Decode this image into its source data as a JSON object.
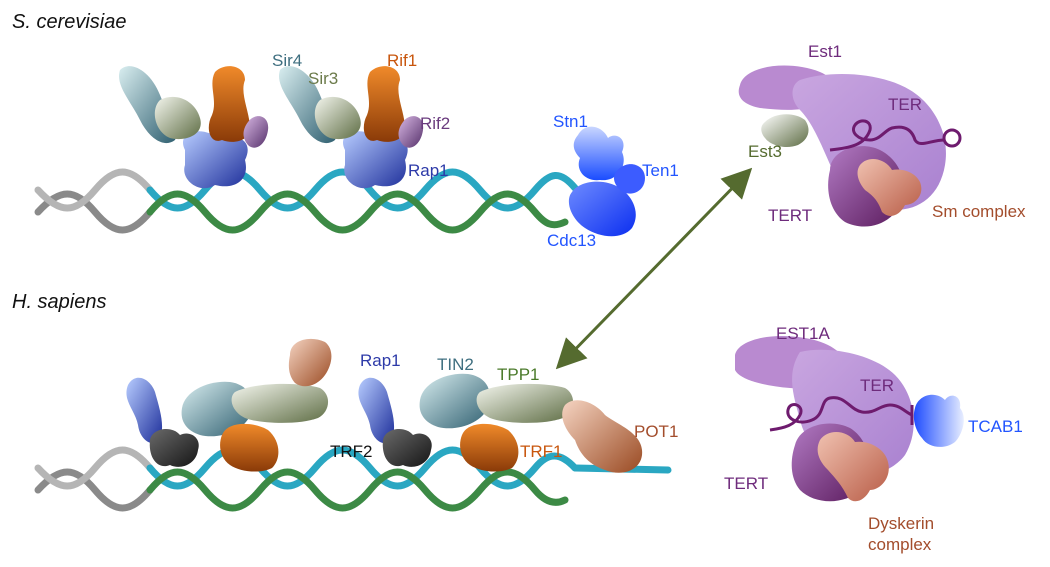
{
  "sections": {
    "yeast_title": "S. cerevisiae",
    "human_title": "H. sapiens"
  },
  "yeast": {
    "sir4": "Sir4",
    "sir3": "Sir3",
    "rif1": "Rif1",
    "rif2": "Rif2",
    "rap1": "Rap1",
    "stn1": "Stn1",
    "ten1": "Ten1",
    "cdc13": "Cdc13"
  },
  "yeast_telomerase": {
    "est1": "Est1",
    "ter": "TER",
    "est3": "Est3",
    "tert": "TERT",
    "sm_complex": "Sm complex"
  },
  "human": {
    "rap1": "Rap1",
    "tin2": "TIN2",
    "tpp1": "TPP1",
    "trf2": "TRF2",
    "trf1": "TRF1",
    "pot1": "POT1"
  },
  "human_telomerase": {
    "est1a": "EST1A",
    "ter": "TER",
    "tcab1": "TCAB1",
    "tert": "TERT",
    "dyskerin_line1": "Dyskerin",
    "dyskerin_line2": "complex"
  },
  "colors": {
    "sir_teal": "#3f6f80",
    "sir_olive": "#6b7a4a",
    "rif1_orange": "#c8560d",
    "rif2_purple": "#6a3b7e",
    "rap1_blue": "#2d3aa8",
    "cdc13_blue": "#2255ff",
    "telomerase_purple": "#6e2b7c",
    "sm_brown": "#a34d2c",
    "dna_teal": "#2aa7c2",
    "dna_green": "#3c8a45",
    "dna_gray": "#8a8a8a",
    "arrow_olive": "#556b2f"
  }
}
